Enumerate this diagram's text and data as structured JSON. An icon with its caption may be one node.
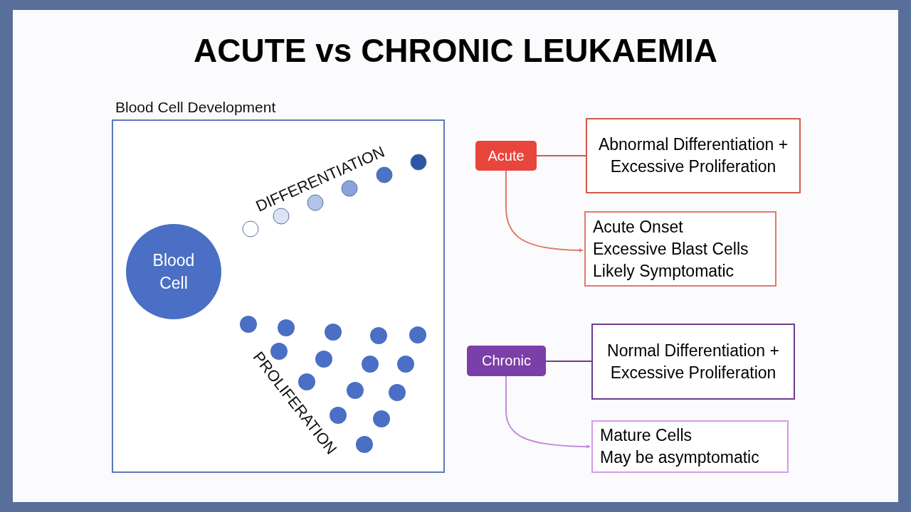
{
  "diagram": {
    "title": "ACUTE vs CHRONIC LEUKAEMIA",
    "nodes": [
      {
        "text": [
          "Blood Cell Development"
        ]
      },
      {
        "text": [
          "Blood Cell"
        ],
        "in": 0
      },
      {
        "text": [
          "Acute"
        ]
      },
      {
        "text": [
          "Abnormal Differentiation + Excessive Proliferation"
        ]
      },
      {
        "text": [
          "Acute Onset",
          "Excessive Blast Cells",
          "Likely Symptomatic"
        ]
      },
      {
        "text": [
          "Chronic"
        ]
      },
      {
        "text": [
          "Normal Differentiation + Excessive Proliferation"
        ]
      },
      {
        "text": [
          "Mature Cells",
          "May be asymptomatic"
        ]
      }
    ],
    "edges": [
      {
        "from": 2,
        "to": 3,
        "arrow": "none",
        "color": "#d0584c"
      },
      {
        "from": 2,
        "to": 4,
        "arrow": "to",
        "color": "#e07a70"
      },
      {
        "from": 5,
        "to": 6,
        "arrow": "none",
        "color": "#6b3c8c"
      },
      {
        "from": 5,
        "to": 7,
        "arrow": "to",
        "color": "#c98be0"
      }
    ],
    "labels": [
      "DIFFERENTIATION",
      "PROLIFERATION"
    ]
  }
}
